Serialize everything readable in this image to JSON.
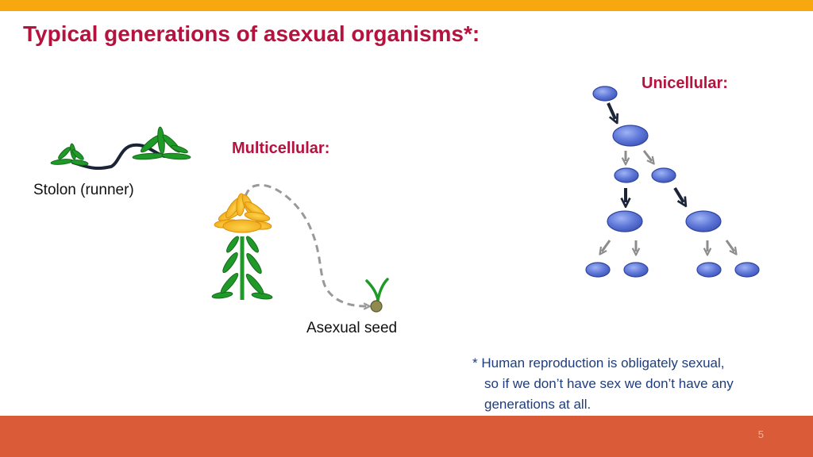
{
  "title": "Typical generations of asexual organisms*:",
  "labels": {
    "stolon": "Stolon (runner)",
    "multicellular": "Multicellular:",
    "asexual_seed": "Asexual seed",
    "unicellular": "Unicellular:"
  },
  "footnote": {
    "line1": "* Human reproduction is obligately sexual,",
    "line2": "so if we don’t have sex we don’t have any",
    "line3": "generations at all."
  },
  "page_number": "5",
  "colors": {
    "top_bar": "#f7a80f",
    "bottom_bar": "#da5b37",
    "title": "#b5123e",
    "leaf_green": "#1f9a28",
    "flower_yellow": "#f6b21b",
    "cell_blue": "#5b74d6",
    "footnote_text": "#1f3d7a"
  }
}
